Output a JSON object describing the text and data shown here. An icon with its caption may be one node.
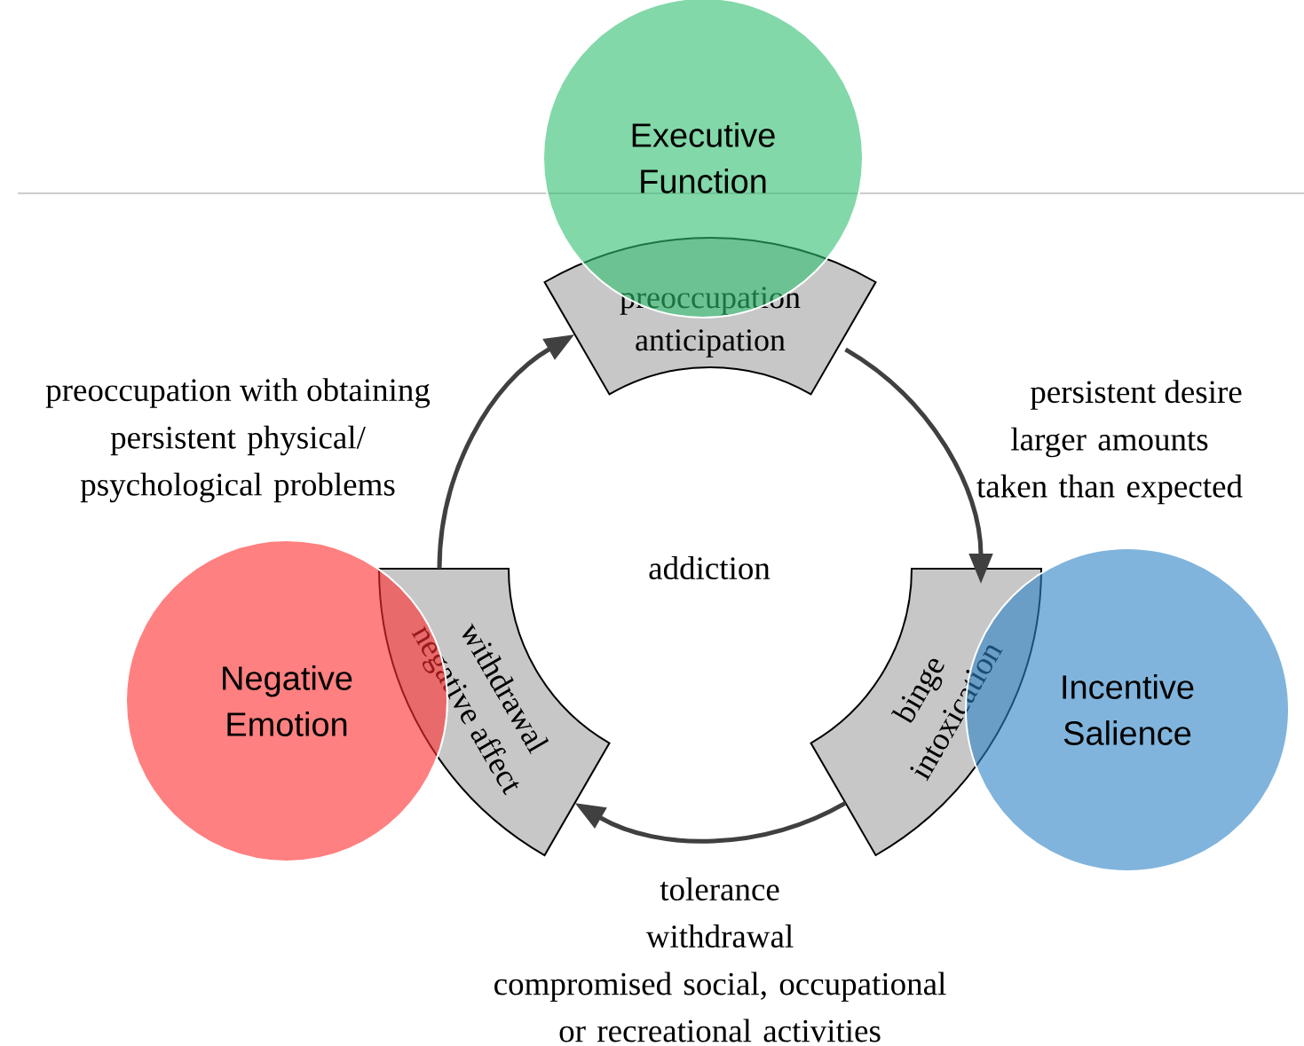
{
  "diagram": {
    "nodes": [
      {
        "text": [
          "Executive Function"
        ]
      },
      {
        "text": [
          "preoccupation",
          "anticipation"
        ]
      },
      {
        "text": [
          "withdrawal",
          "negative affect"
        ]
      },
      {
        "text": [
          "Negative Emotion"
        ]
      },
      {
        "text": [
          "binge",
          "intoxication"
        ]
      },
      {
        "text": [
          "Incentive Salience"
        ]
      }
    ],
    "edges": [
      {
        "from": 1,
        "to": 4,
        "arrow": "to"
      },
      {
        "from": 4,
        "to": 2,
        "arrow": "to"
      },
      {
        "from": 2,
        "to": 1,
        "arrow": "to"
      }
    ],
    "labels": [
      "preoccupation with obtaining",
      "persistent physical/ psychological problems",
      "persistent desire",
      "larger amounts taken than expected",
      "addiction",
      "tolerance",
      "withdrawal",
      "compromised social, occupational or recreational activities"
    ]
  }
}
